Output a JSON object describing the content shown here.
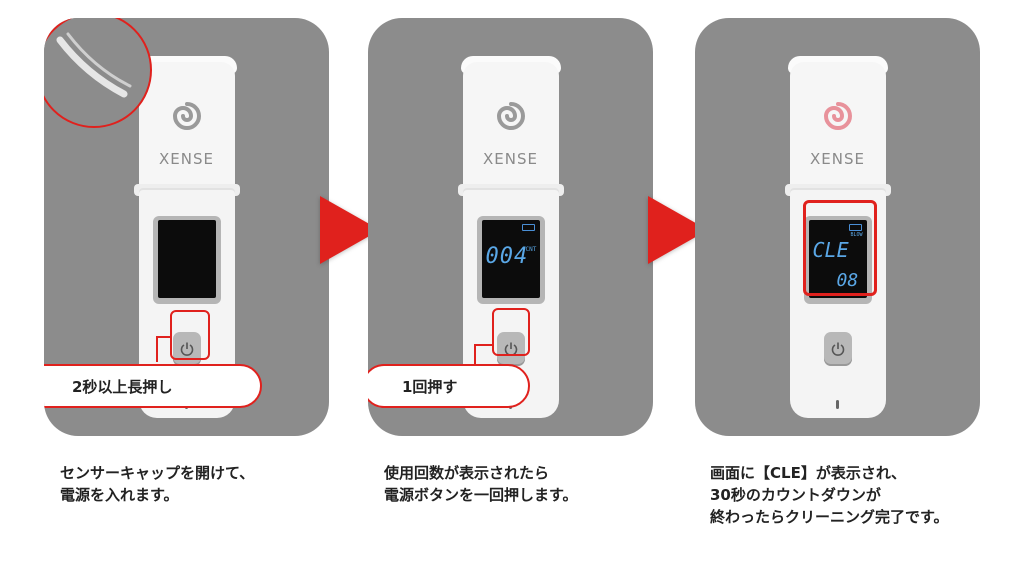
{
  "colors": {
    "accent": "#e0211d",
    "panel": "#8c8c8c",
    "lcd": "#5aa7e6",
    "logo_gray": "#9a9a9a",
    "logo_pink": "#e8929b"
  },
  "steps": [
    {
      "brand": "XENSE",
      "logo_color": "#9a9a9a",
      "screen_text": "",
      "badge": "2秒以上長押し",
      "caption": [
        "センサーキャップを開けて、",
        "電源を入れます。"
      ]
    },
    {
      "brand": "XENSE",
      "logo_color": "#9a9a9a",
      "screen_text": "004",
      "screen_unit": "CNT",
      "badge": "1回押す",
      "caption": [
        "使用回数が表示されたら",
        "電源ボタンを一回押します。"
      ]
    },
    {
      "brand": "XENSE",
      "logo_color": "#e8929b",
      "screen_top": "CLE",
      "screen_tag": "BLOW",
      "screen_bottom": "08",
      "caption": [
        "画面に【CLE】が表示され、",
        "30秒のカウントダウンが",
        "終わったらクリーニング完了です。"
      ]
    }
  ]
}
